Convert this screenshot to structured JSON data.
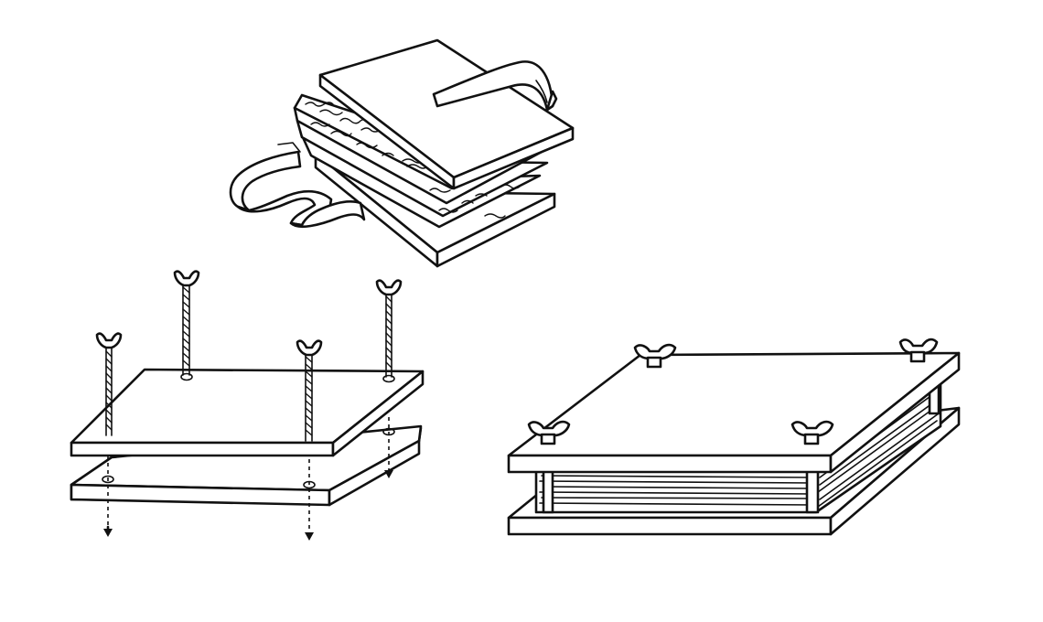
{
  "figure": {
    "panels": [
      {
        "id": "stack",
        "description_hidden": true
      },
      {
        "id": "exploded-press",
        "bolts": 4,
        "arrows": 3
      },
      {
        "id": "assembled-press",
        "wing-nuts": 4
      }
    ],
    "colors": {
      "ink": "#111111",
      "background": "#ffffff"
    },
    "icons": [
      "wing-nut-icon",
      "threaded-rod-icon",
      "down-arrow-icon",
      "ribbon-tape-icon"
    ]
  }
}
